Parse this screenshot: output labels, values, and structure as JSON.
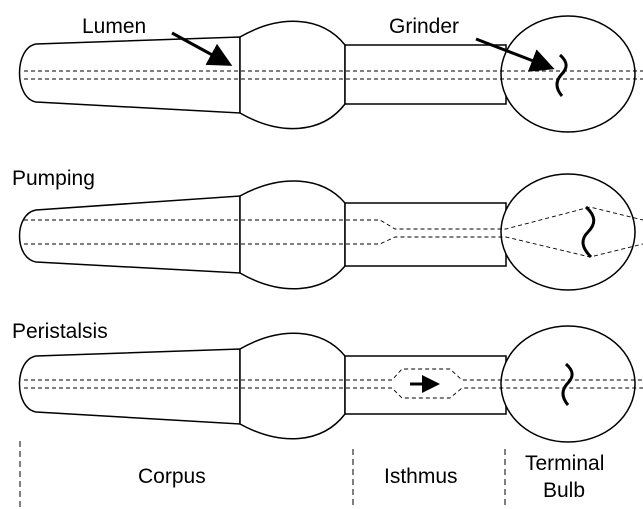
{
  "annotations": {
    "lumen": "Lumen",
    "grinder": "Grinder"
  },
  "states": {
    "resting": "",
    "pumping": "Pumping",
    "peristalsis": "Peristalsis"
  },
  "regions": {
    "corpus": "Corpus",
    "isthmus": "Isthmus",
    "terminal_bulb_line1": "Terminal",
    "terminal_bulb_line2": "Bulb"
  }
}
